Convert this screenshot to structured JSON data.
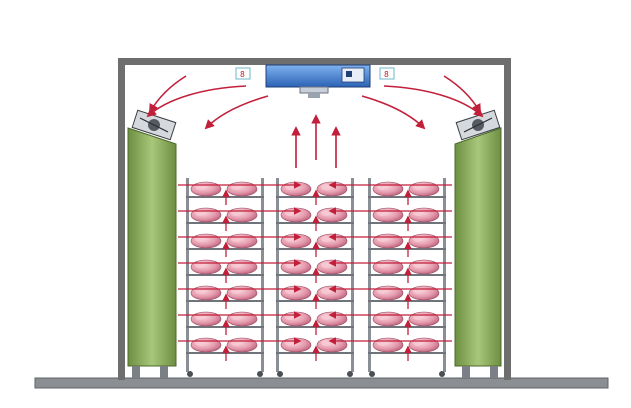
{
  "diagram": {
    "kind": "drying-room-airflow",
    "left_vent_label": "8",
    "right_vent_label": "8",
    "racks": 3,
    "tiers_per_rack": 7,
    "items_per_tier_per_rack": 2,
    "colors": {
      "frame": "#6e6e6e",
      "floor": "#8b8f94",
      "duct": "#8fb05e",
      "heater": "#3a77c9",
      "airflow": "#c21f3a",
      "product": "#e7a6b4",
      "rack": "#8a8f96"
    },
    "icons": [
      "fan-icon-left",
      "fan-icon-right",
      "heater-unit-icon"
    ]
  }
}
